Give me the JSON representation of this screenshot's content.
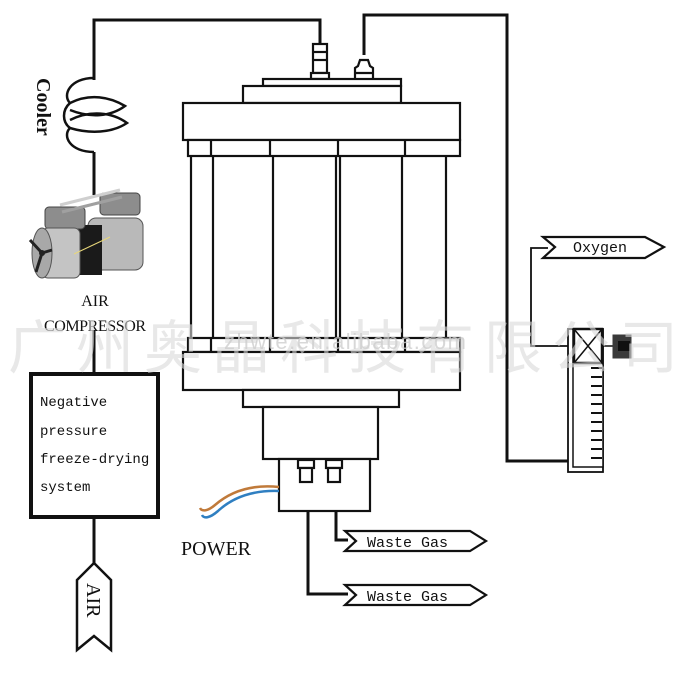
{
  "diagram": {
    "title": "Oxygen generator flow diagram",
    "labels": {
      "cooler": "Cooler",
      "air_compressor_line1": "AIR",
      "air_compressor_line2": "COMPRESSOR",
      "dryer_lines": [
        "Negative",
        "pressure",
        "freeze-drying",
        "system"
      ],
      "air_inlet": "AIR",
      "power": "POWER",
      "oxygen_outlet": "Oxygen",
      "waste_gas_1": "Waste Gas",
      "waste_gas_2": "Waste Gas"
    },
    "watermark": {
      "chinese": "广州奥晶科技有限公司",
      "url": "zhwte.en.alibaba.com"
    },
    "colors": {
      "line": "#111111",
      "power_wire_brown": "#c07a3a",
      "power_wire_blue": "#2f7fc1",
      "compressor_body": "#9a9a9a"
    }
  }
}
